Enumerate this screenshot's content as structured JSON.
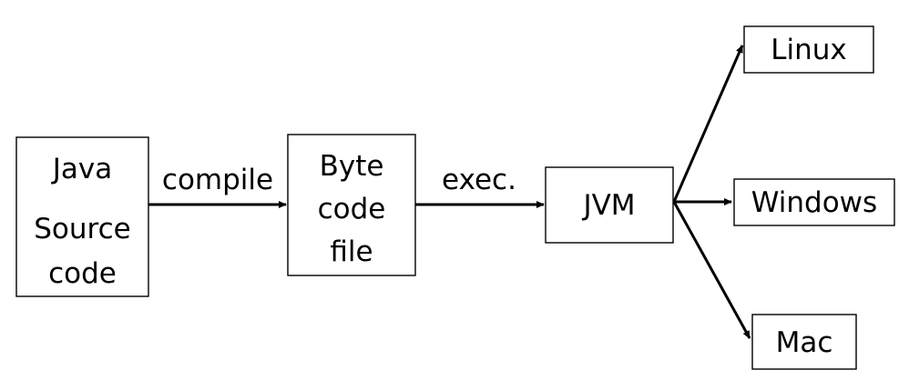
{
  "nodes": {
    "java_source": {
      "lines": [
        "Java",
        "Source",
        "code"
      ]
    },
    "byte_code": {
      "lines": [
        "Byte",
        "code",
        "file"
      ]
    },
    "jvm": {
      "label": "JVM"
    },
    "linux": {
      "label": "Linux"
    },
    "windows": {
      "label": "Windows"
    },
    "mac": {
      "label": "Mac"
    }
  },
  "edges": {
    "compile": {
      "label": "compile"
    },
    "exec": {
      "label": "exec."
    }
  }
}
